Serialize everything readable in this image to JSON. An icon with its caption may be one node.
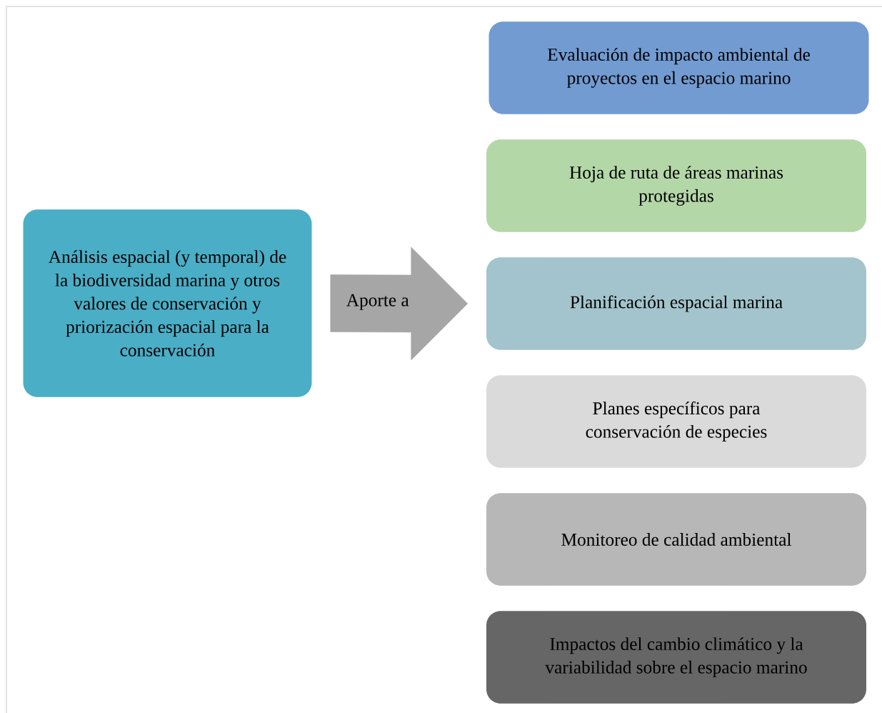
{
  "diagram": {
    "nodes": [
      {
        "text": [
          "Análisis espacial (y temporal) de la biodiversidad marina y otros valores de conservación y priorización espacial para la conservación"
        ]
      },
      {
        "text": [
          "Evaluación de impacto ambiental de proyectos en el espacio marino"
        ]
      },
      {
        "text": [
          "Hoja de ruta de áreas marinas protegidas"
        ]
      },
      {
        "text": [
          "Planificación espacial marina"
        ]
      },
      {
        "text": [
          "Planes específicos para conservación de especies"
        ]
      },
      {
        "text": [
          "Monitoreo de calidad ambiental"
        ]
      },
      {
        "text": [
          "Impactos del cambio climático y la variabilidad sobre el espacio marino"
        ]
      }
    ],
    "edges": [
      {
        "from": 0,
        "to": 3,
        "arrow": "to",
        "label": "Aporte a"
      }
    ]
  }
}
